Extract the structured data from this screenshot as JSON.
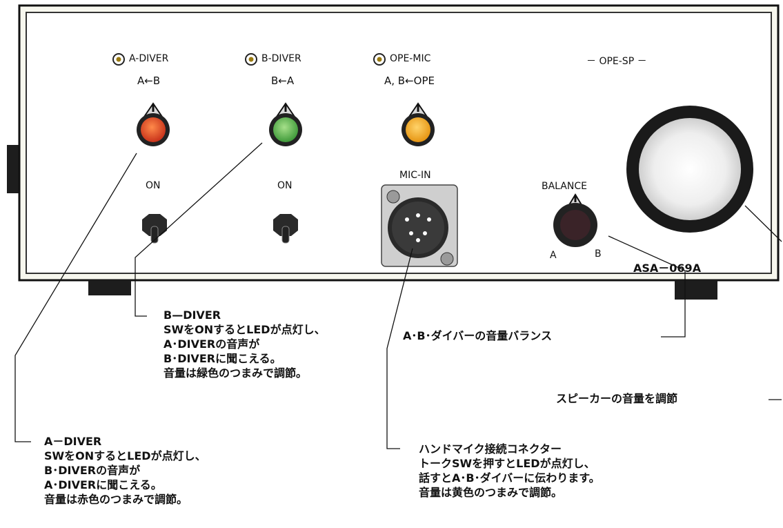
{
  "panel": {
    "channels": [
      {
        "led_label": "A-DIVER",
        "direction": "A←B",
        "knob_color": "#d94a1f",
        "switch_label": "ON"
      },
      {
        "led_label": "B-DIVER",
        "direction": "B←A",
        "knob_color": "#5bb04a",
        "switch_label": "ON"
      },
      {
        "led_label": "OPE-MIC",
        "direction": "A, B←OPE",
        "knob_color": "#f2a91f"
      }
    ],
    "mic_in_label": "MIC-IN",
    "balance": {
      "label": "BALANCE",
      "left": "A",
      "right": "B"
    },
    "speaker_label": "－ OPE-SP －",
    "model": "ASA－069A"
  },
  "annotations": {
    "b_diver": [
      "B—DIVER",
      "SWをONするとLEDが点灯し、",
      "A･DIVERの音声が",
      "B･DIVERに聞こえる。",
      "音量は緑色のつまみで調節。"
    ],
    "balance_note": "A･B･ダイバーの音量バランス",
    "speaker_note": "スピーカーの音量を調節",
    "a_diver": [
      "A－DIVER",
      "SWをONするとLEDが点灯し、",
      "B･DIVERの音声が",
      "A･DIVERに聞こえる。",
      "音量は赤色のつまみで調節。"
    ],
    "mic_note": [
      "ハンドマイク接続コネクター",
      "トークSWを押すとLEDが点灯し、",
      "話すとA･B･ダイバーに伝わります。",
      "音量は黄色のつまみで調節。"
    ]
  }
}
